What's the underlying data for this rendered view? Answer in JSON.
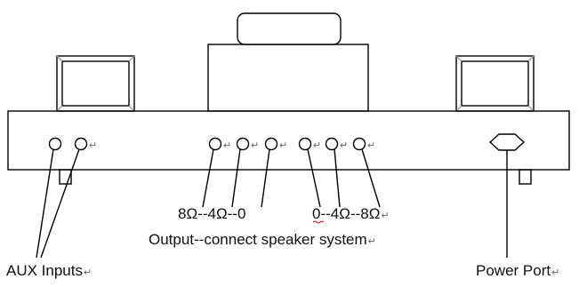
{
  "labels": {
    "left_impedance": "8Ω--4Ω--0",
    "right_impedance": "0--4Ω--8Ω",
    "output_caption": "Output--connect speaker system",
    "aux_inputs": "AUX Inputs",
    "power_port": "Power Port"
  },
  "return_mark": "↵",
  "colors": {
    "stroke": "#000000",
    "text": "#111111",
    "bevel": "#9a9a9a"
  }
}
